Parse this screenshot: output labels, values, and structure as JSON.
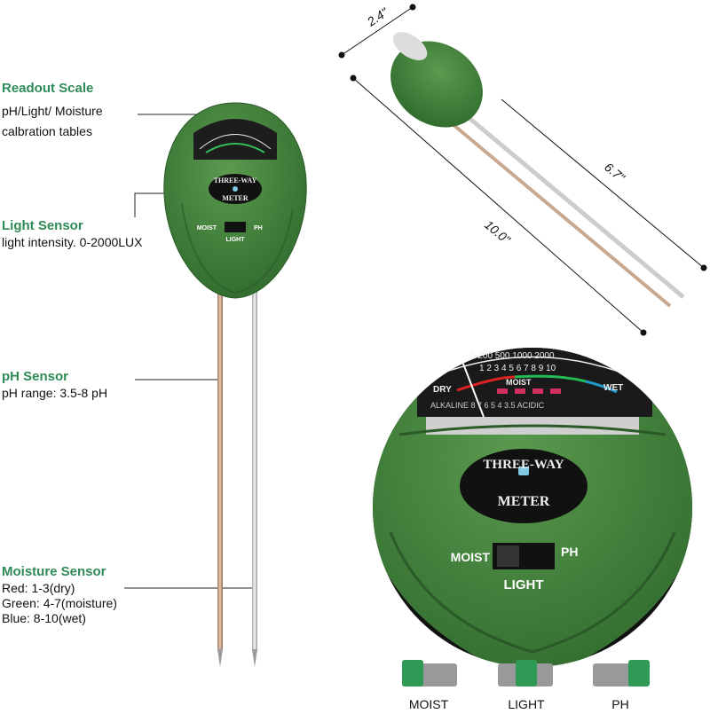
{
  "labels": {
    "readout": {
      "title": "Readout Scale",
      "line1": "pH/Light/ Moisture",
      "line2": "calbration tables"
    },
    "light": {
      "title": "Light Sensor",
      "text": "light intensity. 0-2000LUX"
    },
    "ph": {
      "title": "pH Sensor",
      "text": "pH range: 3.5-8 pH"
    },
    "moisture": {
      "title": "Moisture Sensor",
      "red": "Red: 1-3(dry)",
      "green": "Green: 4-7(moisture)",
      "blue": "Blue: 8-10(wet)"
    }
  },
  "dimensions": {
    "width": "2.4\"",
    "probe": "6.7\"",
    "total": "10.0\""
  },
  "meter": {
    "brand_line1": "THREE-WAY",
    "brand_line2": "METER",
    "switch_left": "MOIST",
    "switch_right": "PH",
    "switch_bottom": "LIGHT",
    "scale_dry": "DRY",
    "scale_wet": "WET",
    "scale_moist": "MOIST",
    "scale_light": "0 200 500  1000 2000",
    "scale_numbers": "1 2 3 4 5 6 7 8 9 10",
    "scale_ph": "ALKALINE 8 7 6 5 4 3.5 ACIDIC"
  },
  "modes": [
    {
      "label": "MOIST",
      "position": "left"
    },
    {
      "label": "LIGHT",
      "position": "center"
    },
    {
      "label": "PH",
      "position": "right"
    }
  ],
  "colors": {
    "accent": "#2e8b57",
    "body": "#3f7a3a",
    "toggle_track": "#999999",
    "toggle_knob": "#2e9a55"
  }
}
